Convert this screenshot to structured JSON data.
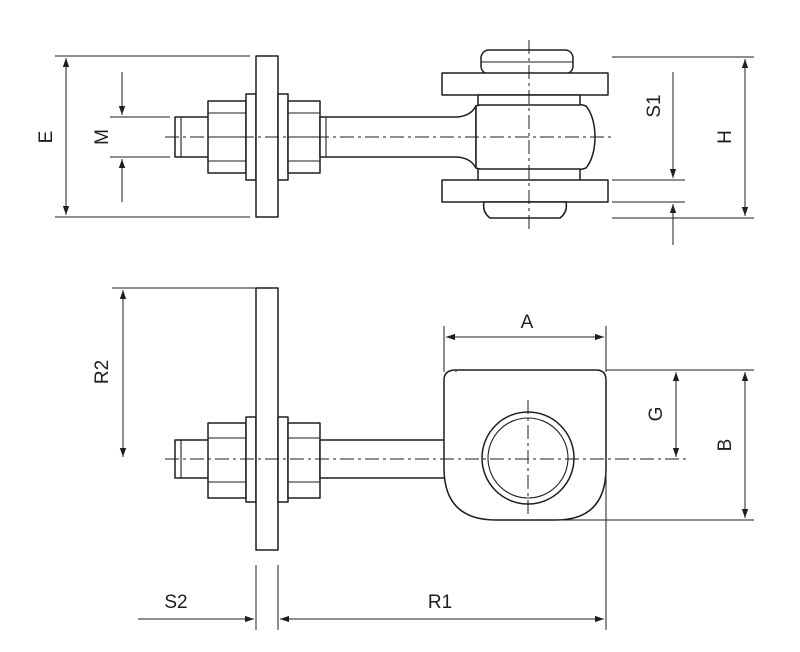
{
  "diagram": {
    "labels": {
      "e": "E",
      "m": "M",
      "s1": "S1",
      "h": "H",
      "a": "A",
      "r2": "R2",
      "g": "G",
      "b": "B",
      "s2": "S2",
      "r1": "R1"
    }
  }
}
